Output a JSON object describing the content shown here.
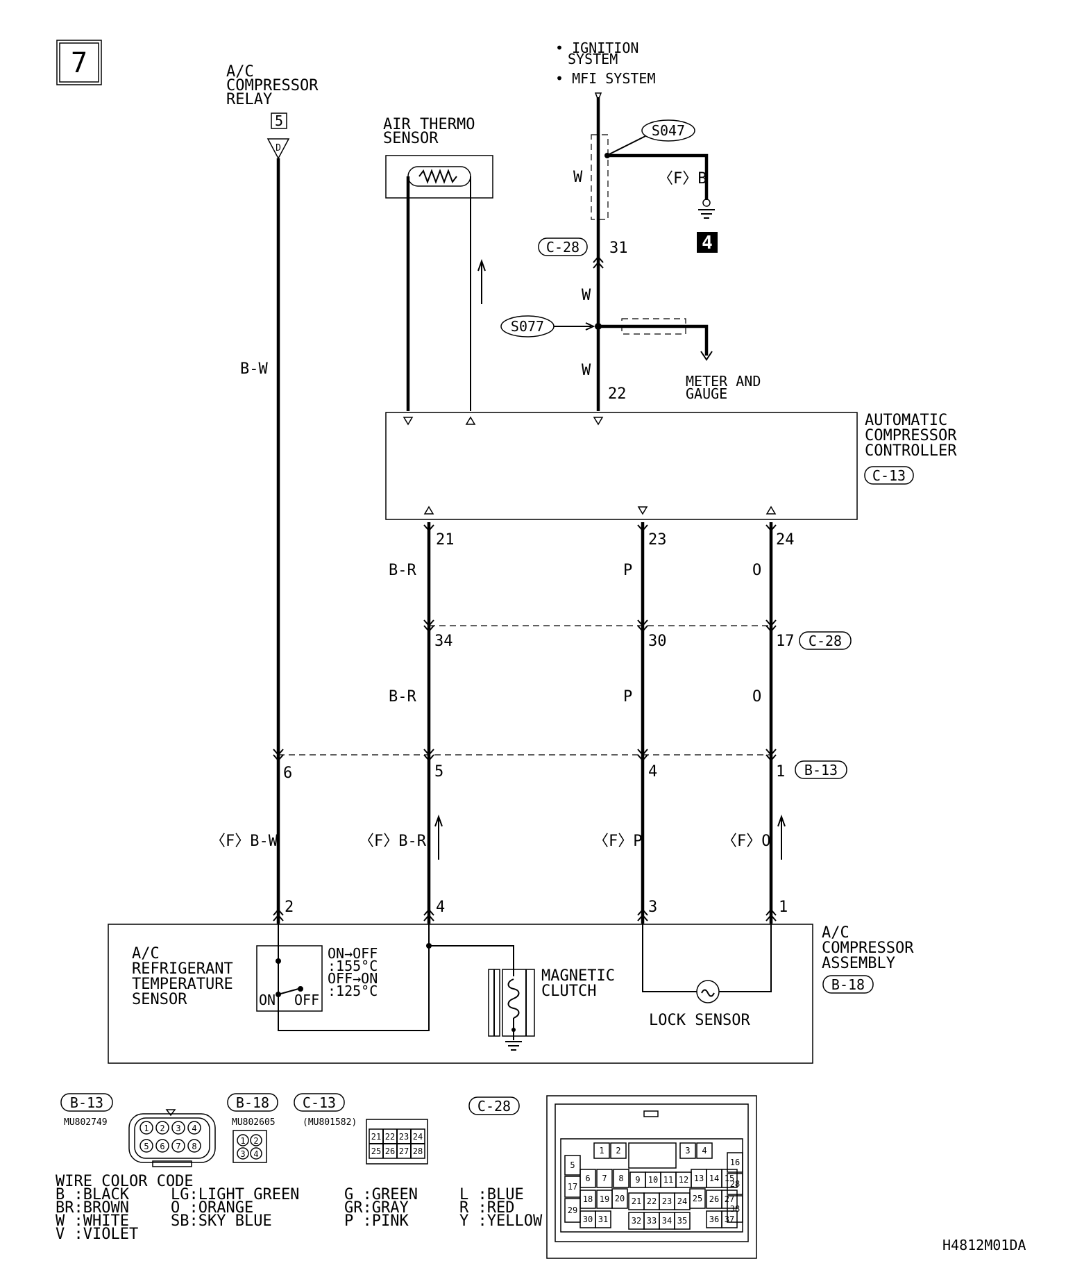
{
  "page_number": "7",
  "relay": {
    "title": [
      "A/C",
      "COMPRESSOR",
      "RELAY"
    ],
    "ref": "5",
    "terminal": "D"
  },
  "air_thermo": {
    "title": [
      "AIR THERMO",
      "SENSOR"
    ]
  },
  "ignition": {
    "line1": "• IGNITION",
    "line1b": "SYSTEM",
    "line2": "• MFI SYSTEM"
  },
  "splice": {
    "s047": "S047",
    "s077": "S077"
  },
  "ground": {
    "label": "〈F〉B",
    "ref": "4"
  },
  "meter": {
    "lines": [
      "METER AND",
      "GAUGE"
    ]
  },
  "controller": {
    "title": [
      "AUTOMATIC",
      "COMPRESSOR",
      "CONTROLLER"
    ],
    "connector": "C-13"
  },
  "connectors": {
    "c28": "C-28",
    "b13": "B-13",
    "c13": "C-13",
    "b18": "B-18"
  },
  "pins": {
    "p31": "31",
    "p22": "22",
    "p21": "21",
    "p23": "23",
    "p24": "24",
    "p34": "34",
    "p30": "30",
    "p17": "17",
    "p6": "6",
    "p5": "5",
    "p4": "4",
    "p1": "1",
    "a2": "2",
    "a4": "4",
    "a3": "3",
    "a1": "1"
  },
  "wires": {
    "w_top": "W",
    "w_mid": "W",
    "w_low": "W",
    "bw": "B-W",
    "br1": "B-R",
    "p1": "P",
    "o1": "O",
    "br2": "B-R",
    "p2": "P",
    "o2": "O",
    "fbw": "〈F〉B-W",
    "fbr": "〈F〉B-R",
    "fp": "〈F〉P",
    "fo": "〈F〉O"
  },
  "assembly": {
    "title": [
      "A/C",
      "COMPRESSOR",
      "ASSEMBLY"
    ],
    "connector": "B-18"
  },
  "refrigerant": {
    "title": [
      "A/C",
      "REFRIGERANT",
      "TEMPERATURE",
      "SENSOR"
    ],
    "on": "ON",
    "off": "OFF",
    "spec": [
      "ON→OFF",
      ":155°C",
      "OFF→ON",
      ":125°C"
    ]
  },
  "clutch": {
    "title": [
      "MAGNETIC",
      "CLUTCH"
    ]
  },
  "lock_sensor": "LOCK SENSOR",
  "connector_views": {
    "b13": {
      "part": "MU802749",
      "pins_top": [
        "1",
        "2",
        "3",
        "4"
      ],
      "pins_bottom": [
        "5",
        "6",
        "7",
        "8"
      ]
    },
    "b18": {
      "part": "MU802605",
      "pins": [
        "1",
        "2",
        "3",
        "4"
      ]
    },
    "c13": {
      "part": "(MU801582)",
      "pins_top": [
        "21",
        "22",
        "23",
        "24"
      ],
      "pins_bottom": [
        "25",
        "26",
        "27",
        "28"
      ]
    },
    "c28": {
      "pins": [
        "1",
        "2",
        "3",
        "4",
        "5",
        "6",
        "7",
        "8",
        "9",
        "10",
        "11",
        "12",
        "13",
        "14",
        "15",
        "16",
        "17",
        "18",
        "19",
        "20",
        "21",
        "22",
        "23",
        "24",
        "25",
        "26",
        "27",
        "28",
        "29",
        "30",
        "31",
        "32",
        "33",
        "34",
        "35",
        "36",
        "37",
        "38"
      ]
    }
  },
  "wire_color_code": {
    "title": "WIRE COLOR CODE",
    "col1": [
      "B :BLACK",
      "BR:BROWN",
      "W :WHITE",
      "V :VIOLET"
    ],
    "col2": [
      "LG:LIGHT GREEN",
      "O :ORANGE",
      "SB:SKY BLUE"
    ],
    "col3": [
      "G :GREEN",
      "GR:GRAY",
      "P :PINK"
    ],
    "col4": [
      "L :BLUE",
      "R :RED",
      "Y :YELLOW"
    ]
  },
  "figure_code": "H4812M01DA"
}
